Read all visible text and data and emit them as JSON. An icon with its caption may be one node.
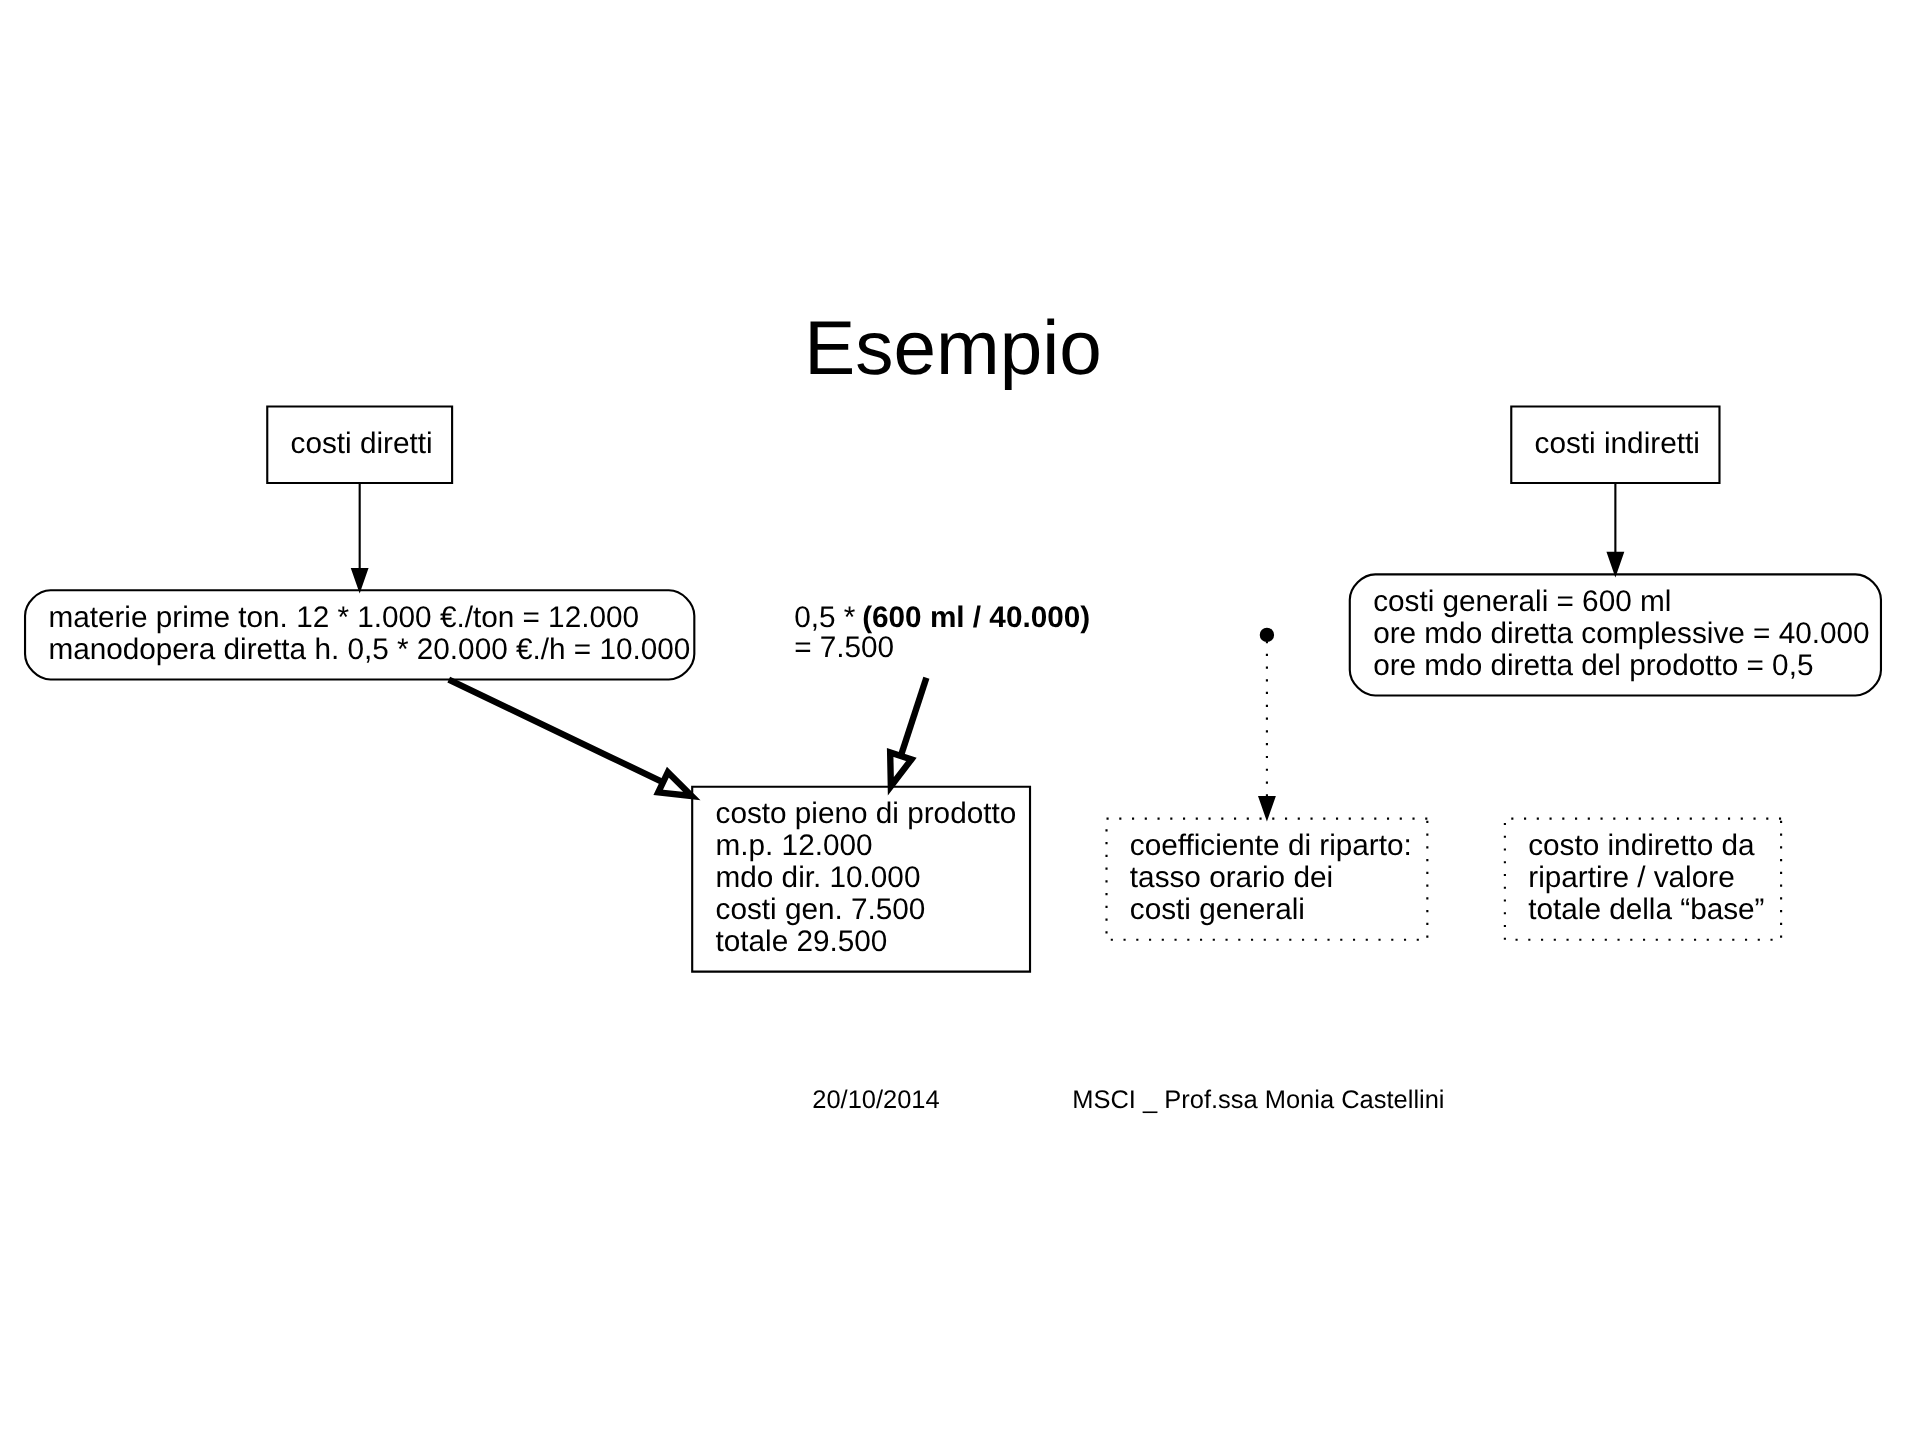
{
  "diagram": {
    "title": "Esempio",
    "nodes": [
      {
        "text": [
          "costi diretti"
        ]
      },
      {
        "text": [
          "materie prime ton. 12 * 1.000 €./ton = 12.000",
          "manodopera diretta h. 0,5 * 20.000 €./h = 10.000"
        ]
      },
      {
        "text": [
          "costi indiretti"
        ]
      },
      {
        "text": [
          "costi generali = 600 ml",
          "ore mdo diretta complessive = 40.000",
          "ore mdo diretta del prodotto = 0,5"
        ]
      },
      {
        "text": [
          "0,5 * **(600 ml / 40.000)** = 7.500"
        ]
      },
      {
        "text": [],
        "shape": "circle"
      },
      {
        "text": [
          "costo pieno di prodotto",
          "m.p. 12.000",
          "mdo dir. 10.000",
          "costi gen. 7.500",
          "totale 29.500"
        ]
      },
      {
        "text": [
          "coefficiente di riparto: tasso orario dei costi generali"
        ]
      },
      {
        "text": [
          "costo indiretto da ripartire / valore totale della “base”"
        ]
      }
    ],
    "edges": [
      {
        "from": 0,
        "to": 1,
        "arrow": "to"
      },
      {
        "from": 2,
        "to": 3,
        "arrow": "to"
      },
      {
        "from": 1,
        "to": 6,
        "arrow": "to",
        "style": "thick"
      },
      {
        "from": 4,
        "to": 6,
        "arrow": "to",
        "style": "thick"
      },
      {
        "from": 5,
        "to": 7,
        "arrow": "to",
        "style": "dashed"
      }
    ],
    "labels": [
      "20/10/2014",
      "MSCI _ Prof.ssa Monia Castellini"
    ]
  }
}
